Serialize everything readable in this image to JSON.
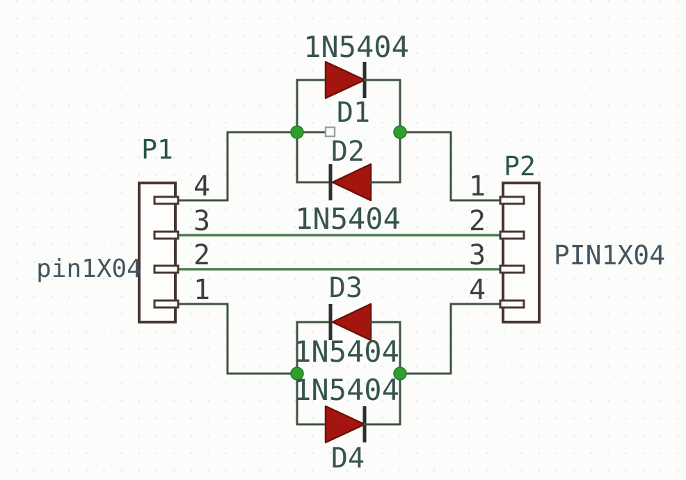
{
  "schematic": {
    "diodes": [
      {
        "id": "D1",
        "part": "1N5404",
        "orientation": "right"
      },
      {
        "id": "D2",
        "part": "1N5404",
        "orientation": "left"
      },
      {
        "id": "D3",
        "part": "1N5404",
        "orientation": "left"
      },
      {
        "id": "D4",
        "part": "1N5404",
        "orientation": "right"
      }
    ],
    "connectors": [
      {
        "id": "P1",
        "part": "pin1X04",
        "pin_labels": [
          "4",
          "3",
          "2",
          "1"
        ]
      },
      {
        "id": "P2",
        "part": "PIN1X04",
        "pin_labels": [
          "1",
          "2",
          "3",
          "4"
        ]
      }
    ],
    "colors": {
      "wire": "#3e5140",
      "bus_wire": "#4a7a4a",
      "junction_dot": "#2f9e2f",
      "diode_body": "#a5150f",
      "diode_outline": "#6f100b",
      "cathode_bar": "#2e2e2e",
      "connector_outline": "#463634",
      "reference_text": "#2a544c",
      "designator_text": "#37544f",
      "part_text": "#44555f",
      "pin_number_text": "#3a403c",
      "background": "#fcfcfb"
    }
  }
}
